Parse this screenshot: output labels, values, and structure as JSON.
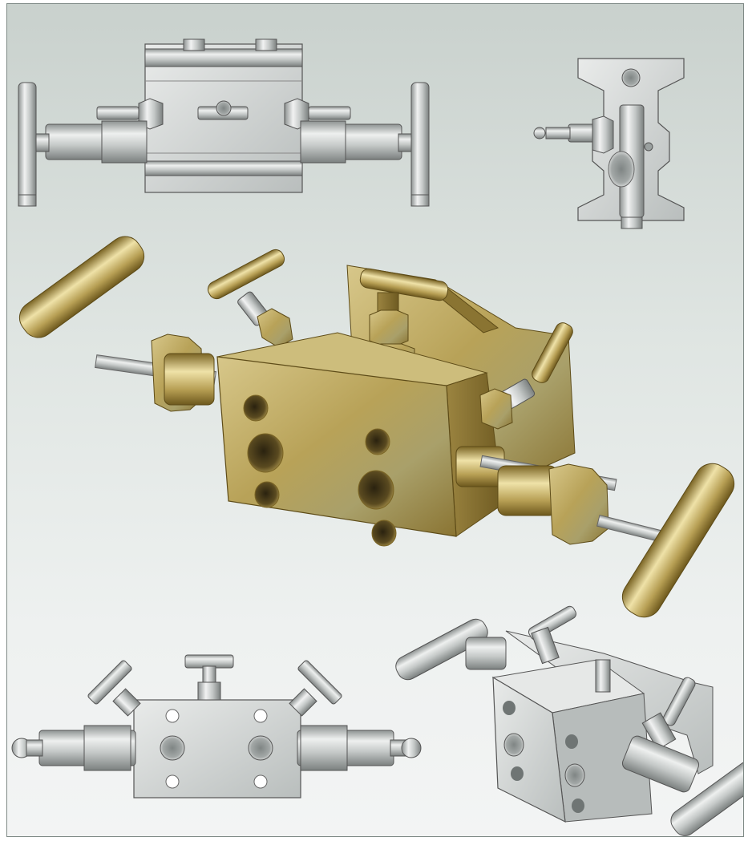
{
  "figure": {
    "views": [
      {
        "name": "front-elevation-view",
        "icon": "manifold-front-drawing"
      },
      {
        "name": "side-elevation-view",
        "icon": "manifold-side-drawing"
      },
      {
        "name": "perspective-photo-view",
        "icon": "manifold-photo"
      },
      {
        "name": "rear-elevation-view",
        "icon": "manifold-rear-drawing"
      },
      {
        "name": "isometric-drawing-view",
        "icon": "manifold-isometric-drawing"
      }
    ],
    "colors": {
      "background_top": "#c9d1cd",
      "background_bottom": "#f3f4f4",
      "steel": "#c7cac9",
      "steel_dark": "#7d8281",
      "brass": "#b49a4c",
      "brass_light": "#d9c98b",
      "brass_dark": "#6e5a22"
    }
  }
}
